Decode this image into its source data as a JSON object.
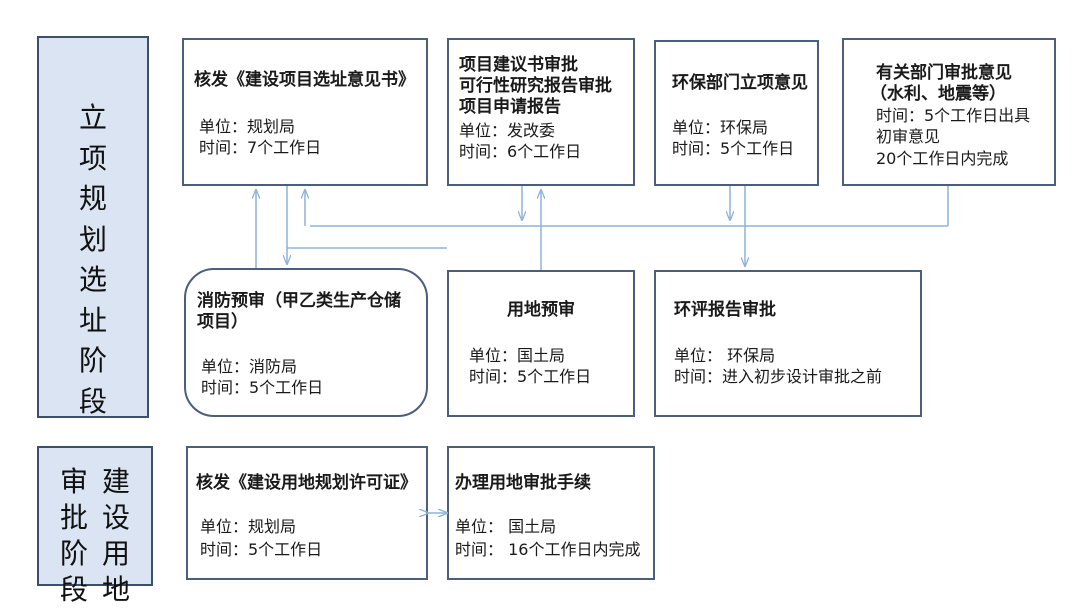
{
  "stage1": {
    "chars": [
      "立",
      "项",
      "规",
      "划",
      "选",
      "址",
      "阶",
      "段"
    ]
  },
  "stage2": {
    "columns": [
      [
        "建",
        "设",
        "用",
        "地"
      ],
      [
        "审",
        "批",
        "阶",
        "段"
      ]
    ]
  },
  "boxes": {
    "site_opinion": {
      "title": "核发《建设项目选址意见书》",
      "unit": "单位：规划局",
      "time": "时间：7个工作日"
    },
    "project_proposal": {
      "title_lines": [
        "项目建议书审批",
        "可行性研究报告审批",
        "项目申请报告"
      ],
      "unit": "单位：发改委",
      "time": "时间：6个工作日"
    },
    "env_approval": {
      "title": "环保部门立项意见",
      "unit": "单位：环保局",
      "time": "时间：5个工作日"
    },
    "related_depts": {
      "title_lines": [
        "有关部门审批意见",
        "（水利、地震等）"
      ],
      "detail_lines": [
        "时间：5个工作日出具",
        "初审意见",
        "20个工作日内完成"
      ]
    },
    "fire_precheck": {
      "title_lines": [
        "消防预审（甲乙类生产仓储",
        "项目）"
      ],
      "unit": "单位：消防局",
      "time": "时间：5个工作日"
    },
    "land_precheck": {
      "title": "用地预审",
      "unit": "单位：国土局",
      "time": "时间：5个工作日"
    },
    "eia_approval": {
      "title": "环评报告审批",
      "unit": "单位： 环保局",
      "time": "时间：进入初步设计审批之前"
    },
    "land_planning_permit": {
      "title": "核发《建设用地规划许可证》",
      "unit": "单位：规划局",
      "time": "时间：5个工作日"
    },
    "land_approval": {
      "title": "办理用地审批手续",
      "unit": "单位：  国土局",
      "time": "时间：  16个工作日内完成"
    }
  },
  "colors": {
    "stage_fill": "#dbe4f2",
    "stage_border": "#3c4f6b",
    "box_border": "#4d5e7a",
    "connector": "#8fb3d9"
  }
}
